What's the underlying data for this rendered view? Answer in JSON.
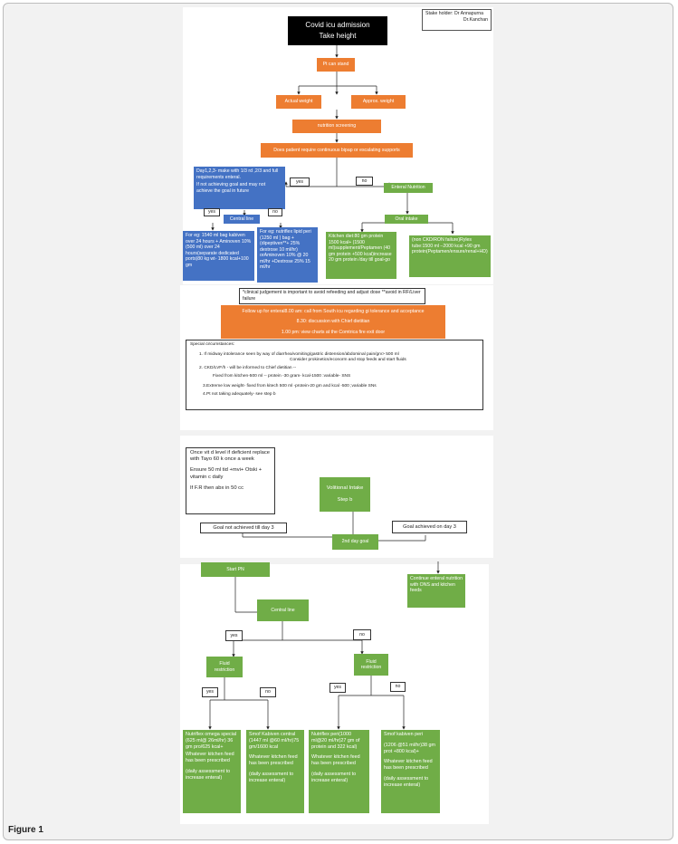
{
  "figure_label": "Figure 1",
  "page1": {
    "stakeholder": {
      "line1": "Stake holder: Dr Annapurna",
      "line2": "Dr.Kanchan"
    },
    "title": {
      "line1": "Covid   icu admission",
      "line2": "Take height"
    },
    "pt_can_stand": "Pt can stand",
    "actual_weight": "Actual weight",
    "approx_weight": "Approx. weight",
    "nutrition_screening": "nutrition screening",
    "question": "Does patient require continuous bipap or escalating supports",
    "yes": "yes",
    "no": "no",
    "day123": {
      "line1": "Day1,2,3- make with 1/3 rd ,2/3 and full requirements enteral.",
      "line2": "If not achieving goal and may not achieve the goal in future"
    },
    "enteral_nutrition": "Enteral Nutrition",
    "yes2": "yes",
    "no2": "no",
    "central_line": "Central line",
    "oral_intake": "Oral intake",
    "kabiven": "For eg: 1540 ml bag kabiven over 24 hours + Aminoven 10% (500 ml) over 24 hours(separate dedicated ports)80 kg wt- 1800 kcal+100 gm",
    "nutriflex": "For eg: nutriflex lipid peri (1250 ml ) bag +(dipeptiven**+ 25% dextrose  10 ml/hr) orAminoven 10% @ 20 ml/hr +Dextrose  25% 15 ml/hr",
    "kitchen_diet": "Kitchen diet:80 gm protein 1500 kcal+ (1500 ml)supplement/Peptamen (40 gm protein +500 kcal)increase 20 gm protein /day  till goal-go",
    "non_ckd": "(non CKD/RON failure)Ryles tube:1500 ml –2000 kcal +90 gm protein(Peptamen/ensure/renal+HD)"
  },
  "page2": {
    "judgement": "*clinical judgement is important to avoid refeeding and adjust dose **avoid in RF/Liver failure",
    "followup": {
      "line1": "Follow up for enteral8.00 am: call from South icu regarding gi tolerance and acceptance",
      "line2": "8.30: discussion with Chief dietitian",
      "line3": "1.00 pm: view charts at the Comtrica fire exit door"
    },
    "special": {
      "heading": "Special circumstances:",
      "item1a": "1.    If midway intolerance seen by way of diarrhea/vomiting/gastric distension/abdominal pain/grv> 500 ml",
      "item1b": "Consider prokinetics/econorm and stop feeds and start fluids",
      "item2a": "2.    CKD/LVF/h - will be informed to Chief dietitian --",
      "item2b": "Fixed from kitchen-500 ml -- protein -30 gram- kcal-1500  :variable- SNS",
      "item3": "3.Extreme low weight- fixed from kitech 500 ml -protein-20 gm and kcal -500 ;variable SNs",
      "item4": "4.Pt not taking adequately- see step b"
    }
  },
  "page3": {
    "vitd": {
      "line1": "Once vit d level if deficient replace with Tayo 60 k once a week",
      "line2": "Ensure 50 ml tid +mvi+ Otski + vitamin c daily",
      "line3": "If F.R then abx in 50 cc"
    },
    "volitional": {
      "line1": "Volitional  Intake",
      "line2": "Step b"
    },
    "goal_not": "Goal not achieved till day 3",
    "goal_achieved": "Goal achieved on day 3",
    "second_day": "2nd day goal"
  },
  "page4": {
    "start_pn": "Start PN",
    "continue_enteral": "Continue enteral nutrition with ONS and kitchen feeds",
    "central_line": "Central line",
    "yes": "yes",
    "no": "no",
    "fluid_restriction_left": "Fluid restriction",
    "fluid_restriction_right": "Fluid restriction",
    "yes_l": "yes",
    "no_l": "no",
    "yes_r": "yes",
    "no_r": "no",
    "box1": {
      "l1": "Nutriflex omega special (625 ml@ 26ml/hr) 36 gm pro/625 kcal+",
      "l2": "Whatever kitchen feed has been prescribed",
      "l3": "(daily assessment to increase enteral)"
    },
    "box2": {
      "l1": "Smof Kabiven central (1447 ml @60 ml/hr)75 gm/1600 kcal",
      "l2": "Whatever kitchen feed has been prescribed",
      "l3": "(daily assessment to increase enteral)"
    },
    "box3": {
      "l1": "Nutriflex peri(1000 ml@20 ml/hr)27 gm of protein and 322 kcal)",
      "l2": "Whatever kitchen feed has been prescribed",
      "l3": "(daily assessment to increase enteral)"
    },
    "box4": {
      "l1": "Smof kabiven peri",
      "l2": "(1206 @51 ml/hr)38 gm prot +800 kcal)+",
      "l3": "Whatever kitchen feed has been prescribed",
      "l4": "(daily assessment to increase enteral)"
    }
  },
  "colors": {
    "orange": "#ed7d31",
    "blue": "#4472c4",
    "green": "#70ad47",
    "black": "#000000"
  }
}
